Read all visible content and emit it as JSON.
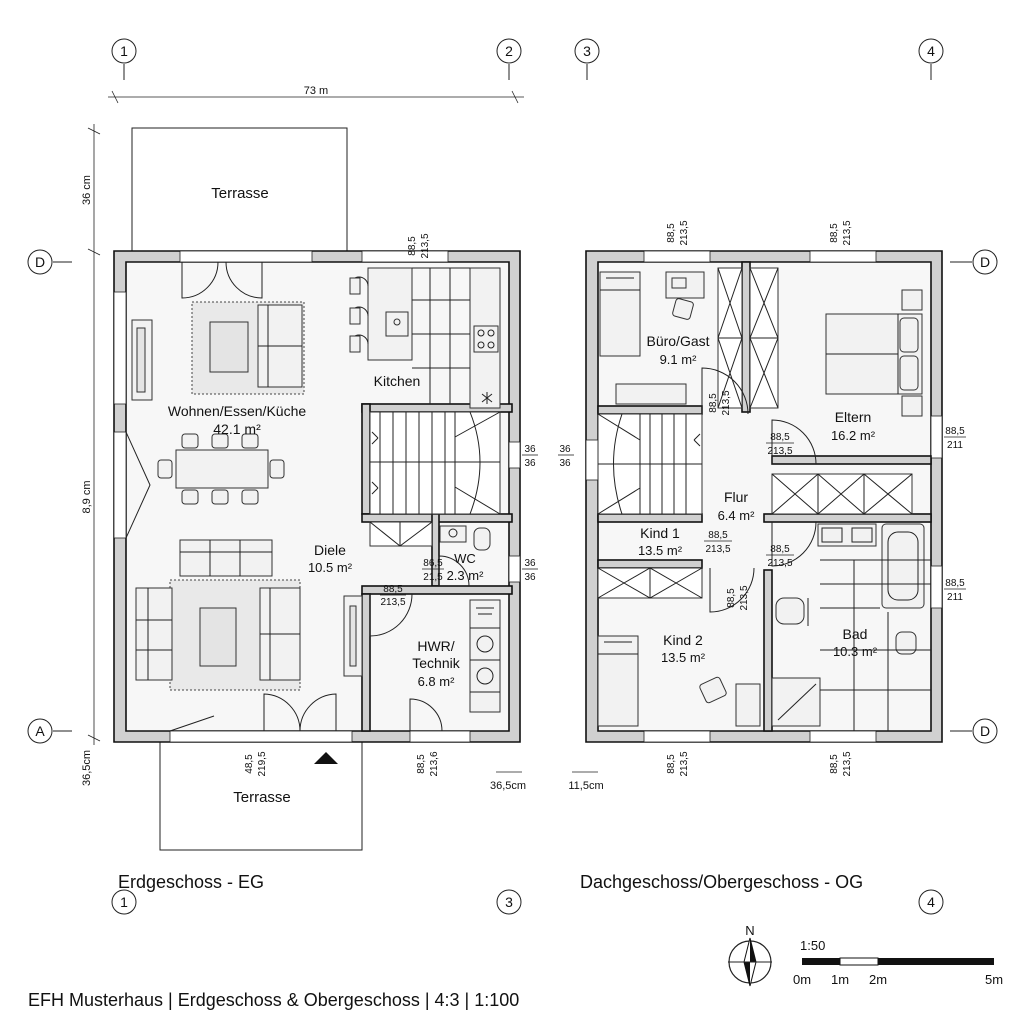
{
  "title": "EFH Musterhaus | Erdgeschoss & Obergeschoss | 4:3 | 1:100",
  "ground_floor": {
    "caption": "Erdgeschoss - EG",
    "rooms": {
      "wohnen_name": "Wohnen/Essen/Küche",
      "wohnen_area": "42.1 m²",
      "kitchen_name": "Kitchen",
      "diele_name": "Diele",
      "diele_area": "10.5 m²",
      "wc_name": "WC",
      "wc_area": "2.3 m²",
      "hwr_name": "HWR/",
      "hwr_name2": "Technik",
      "hwr_area": "6.8 m²"
    },
    "terrace_top": "Terrasse",
    "terrace_bottom": "Terrasse"
  },
  "upper_floor": {
    "caption": "Dachgeschoss/Obergeschoss - OG",
    "rooms": {
      "buero_name": "Büro/Gast",
      "buero_area": "9.1 m²",
      "eltern_name": "Eltern",
      "eltern_area": "16.2 m²",
      "flur_name": "Flur",
      "flur_area": "6.4 m²",
      "kind1_name": "Kind 1",
      "kind1_area": "13.5 m²",
      "kind2_name": "Kind 2",
      "kind2_area": "13.5 m²",
      "bad_name": "Bad",
      "bad_area": "10.3 m²"
    }
  },
  "grid_axes": {
    "a1": "1",
    "a2": "2",
    "a3": "3",
    "a4": "4",
    "a3b": "3",
    "a1b": "1",
    "a4b": "4",
    "d_left": "D",
    "a_left": "A",
    "d_right": "D",
    "d_right2": "D"
  },
  "dimensions": {
    "top_width": "73 m",
    "left_terrace": "36 cm",
    "left_height": "8,9 cm",
    "left_bottom": "36,5cm",
    "bottom_eg": "36,5cm",
    "bottom_og": "11,5cm",
    "opening_a": "88,5",
    "opening_b": "213,5",
    "opening_c": "211",
    "opening_d": "213,6",
    "wall_36": "36",
    "win_48": "48,5",
    "win_219": "219,5",
    "door_86": "86,5",
    "door_21": "21,5"
  },
  "north_label": "N",
  "scale": {
    "ratio": "1:50",
    "t0": "0m",
    "t1": "1m",
    "t2": "2m",
    "t5": "5m"
  }
}
